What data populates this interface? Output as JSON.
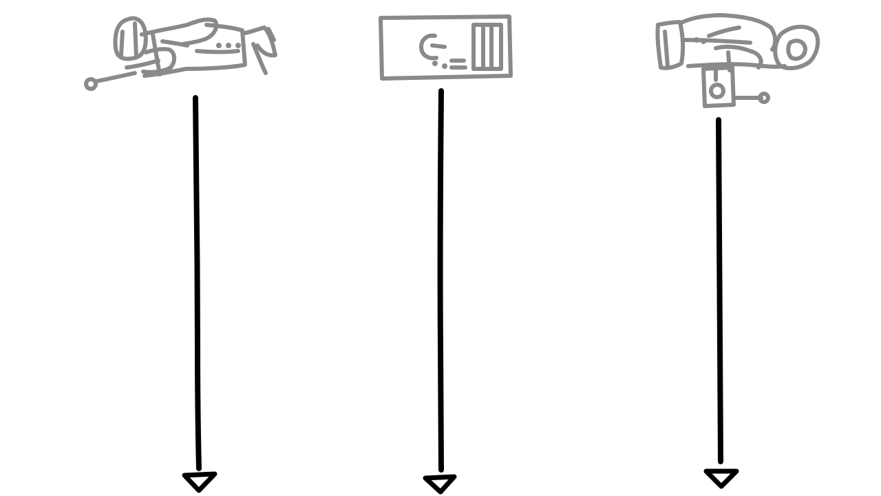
{
  "diagram": {
    "type": "sequence-lifelines",
    "participants": [
      {
        "id": "participant-1",
        "icon": "left-hand-tool-icon"
      },
      {
        "id": "participant-2",
        "icon": "device-box-icon"
      },
      {
        "id": "participant-3",
        "icon": "right-hand-tool-icon"
      }
    ],
    "colors": {
      "icon_stroke": "#8a8a8a",
      "lifeline": "#000000",
      "background": "#ffffff"
    }
  }
}
